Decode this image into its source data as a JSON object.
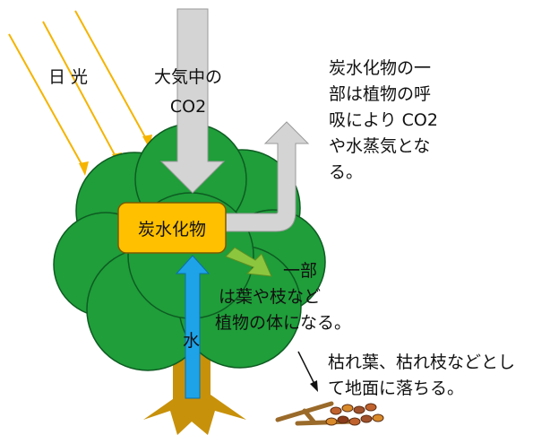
{
  "labels": {
    "sunlight": "日 光",
    "atmosphere_line1": "大気中の",
    "atmosphere_line2": "CO2",
    "box": "炭水化物",
    "respiration_line1": "炭水化物の一",
    "respiration_line2": "部は植物の呼",
    "respiration_line3": "吸により CO2",
    "respiration_line4": "や水蒸気とな",
    "respiration_line5": "る。",
    "body_line1": "一部",
    "body_line2": "は葉や枝など",
    "body_line3": "植物の体になる。",
    "water": "水",
    "litter_line1": "枯れ葉、枯れ枝などとし",
    "litter_line2": "て地面に落ちる。"
  },
  "colors": {
    "leaf": "#1f9e3a",
    "leaf_outline": "#0e5c22",
    "trunk": "#c8910a",
    "sun_ray": "#f5b400",
    "co2_arrow": "#d4d4d4",
    "water_arrow": "#1ea3e8",
    "box_fill": "#ffc000",
    "growth_arrow": "#8cc63f",
    "twig": "#9a6a2a",
    "leaf_litter": "#a0522d"
  }
}
